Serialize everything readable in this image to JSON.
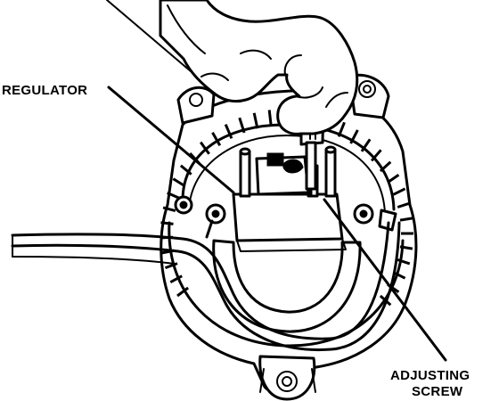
{
  "labels": {
    "regulator": "REGULATOR",
    "adjusting_line1": "ADJUSTING",
    "adjusting_line2": "SCREW"
  },
  "colors": {
    "ink": "#000000",
    "paper": "#ffffff"
  }
}
